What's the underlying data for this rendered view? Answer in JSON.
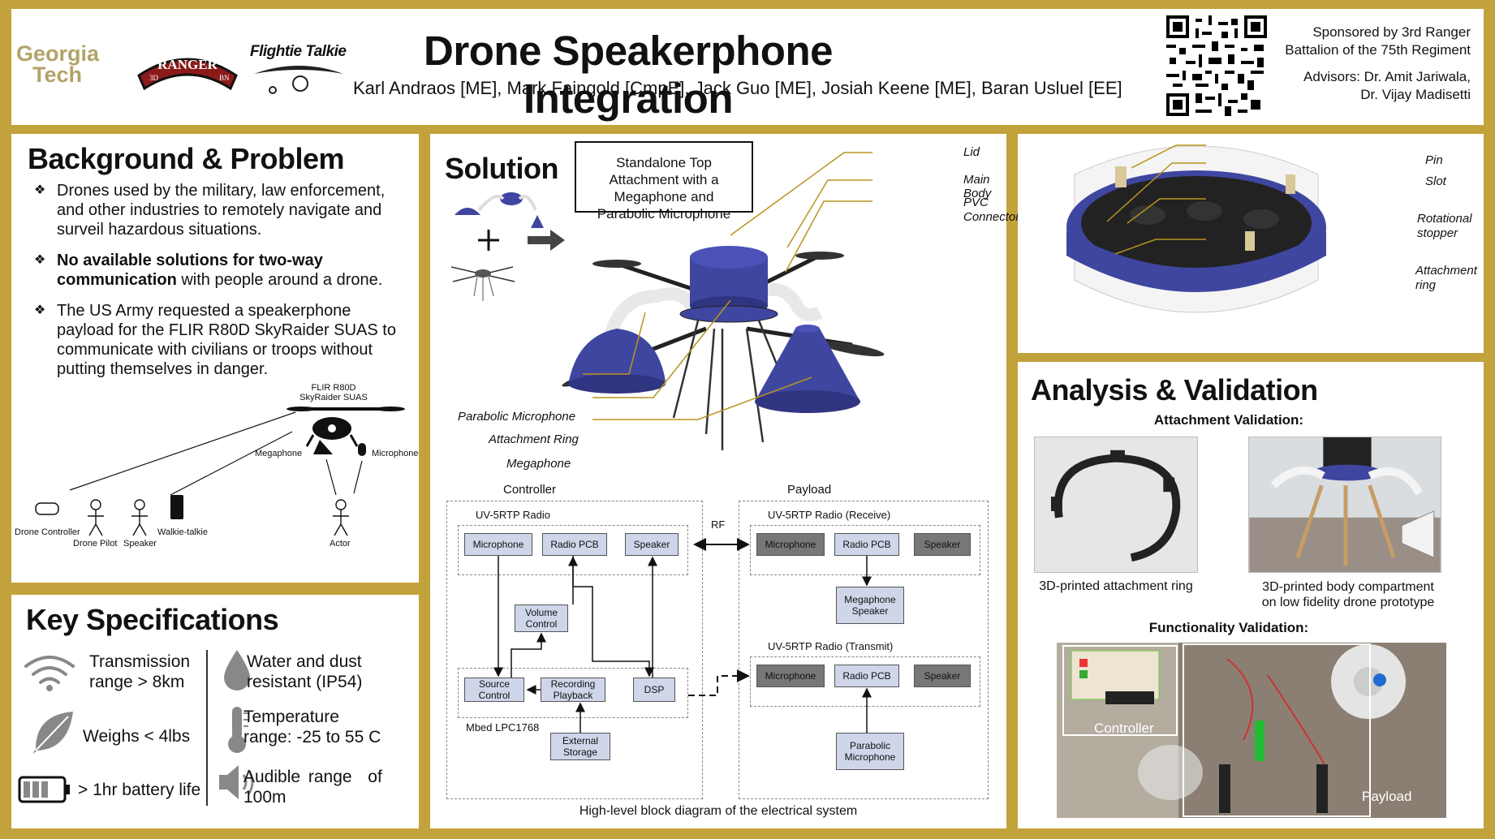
{
  "header": {
    "title": "Drone Speakerphone Integration",
    "authors": "Karl Andraos [ME], Mark Faingold [CmpE], Jack Guo [ME], Josiah Keene [ME], Baran Usluel [EE]",
    "logo_gt_line1": "Georgia",
    "logo_gt_line2": "Tech",
    "logo_ranger": "RANGER",
    "logo_ranger_3d": "3D",
    "logo_ranger_bn": "BN",
    "logo_ft": "Flightie Talkie",
    "sponsor_line1": "Sponsored by 3rd Ranger",
    "sponsor_line2": "Battalion of the 75th Regiment",
    "advisors_line1": "Advisors: Dr. Amit Jariwala,",
    "advisors_line2": "Dr. Vijay Madisetti"
  },
  "background": {
    "title": "Background & Problem",
    "bullet1": "Drones used by the military, law enforcement, and other industries to remotely navigate and surveil hazardous situations.",
    "bullet2_bold": "No available solutions for two-way communication",
    "bullet2_rest": " with people around a drone.",
    "bullet3": "The US Army requested a speakerphone payload for the FLIR R80D SkyRaider SUAS to communicate with civilians or troops without putting themselves in danger.",
    "diagram": {
      "drone_label_1": "FLIR R80D",
      "drone_label_2": "SkyRaider SUAS",
      "megaphone": "Megaphone",
      "microphone": "Microphone",
      "drone_controller": "Drone Controller",
      "drone_pilot": "Drone Pilot",
      "speaker": "Speaker",
      "walkie_talkie": "Walkie-talkie",
      "actor": "Actor"
    }
  },
  "specs": {
    "title": "Key Specifications",
    "items": [
      {
        "icon": "wifi-icon",
        "line1": "Transmission",
        "line2": "range > 8km"
      },
      {
        "icon": "feather-icon",
        "line1": "Weighs < 4lbs",
        "line2": ""
      },
      {
        "icon": "battery-icon",
        "line1": "> 1hr battery life",
        "line2": ""
      },
      {
        "icon": "water-drop-icon",
        "line1": "Water and dust",
        "line2": "resistant (IP54)"
      },
      {
        "icon": "thermometer-icon",
        "line1": "Temperature",
        "line2": "range: -25 to 55 C"
      },
      {
        "icon": "speaker-icon",
        "line1": "Audible range  of",
        "line2": "100m"
      }
    ]
  },
  "solution": {
    "title": "Solution",
    "callout": "Standalone Top Attachment with a Megaphone and Parabolic Microphone",
    "labels_right": [
      "Lid",
      "Main Body",
      "PVC",
      "Connector"
    ],
    "labels_left": [
      "Parabolic Microphone",
      "Attachment Ring",
      "Megaphone"
    ],
    "block": {
      "controller": "Controller",
      "payload": "Payload",
      "rf": "RF",
      "radio": "UV-5RTP Radio",
      "radio_rx": "UV-5RTP Radio (Receive)",
      "radio_tx": "UV-5RTP Radio (Transmit)",
      "microphone": "Microphone",
      "radio_pcb": "Radio PCB",
      "speaker": "Speaker",
      "volume_control": "Volume Control",
      "source_control": "Source Control",
      "recording_playback": "Recording Playback",
      "dsp": "DSP",
      "mbed": "Mbed LPC1768",
      "external_storage": "External Storage",
      "megaphone_speaker": "Megaphone Speaker",
      "parabolic_microphone": "Parabolic Microphone",
      "caption": "High-level block diagram of the electrical system"
    }
  },
  "attachment_labels": [
    "Pin",
    "Slot",
    "Rotational",
    "stopper",
    "Attachment",
    "ring"
  ],
  "analysis": {
    "title": "Analysis & Validation",
    "attach_heading": "Attachment Validation:",
    "photo1_caption": "3D-printed attachment ring",
    "photo2_caption_1": "3D-printed body compartment",
    "photo2_caption_2": "on low fidelity drone prototype",
    "func_heading": "Functionality Validation:",
    "controller_label": "Controller",
    "payload_label": "Payload"
  }
}
